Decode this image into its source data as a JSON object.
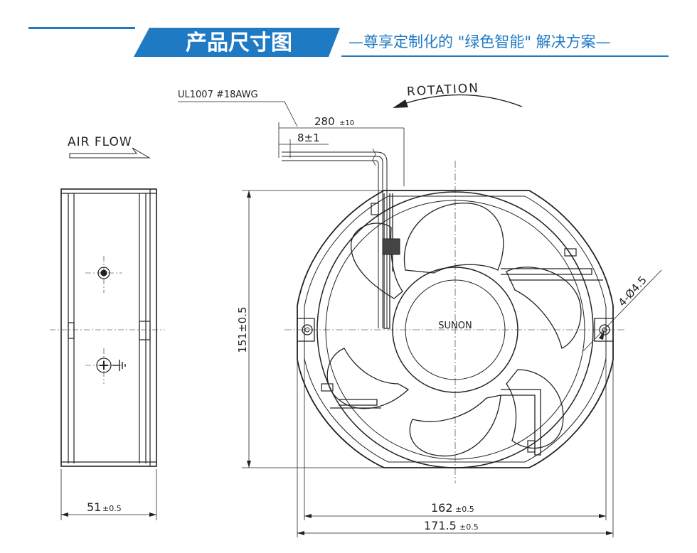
{
  "header": {
    "title": "产品尺寸图",
    "subtitle": "—尊享定制化的 \"绿色智能\" 解决方案—",
    "colors": {
      "accent": "#1f7ac4",
      "title_text": "#ffffff"
    }
  },
  "drawing": {
    "wire_spec": "UL1007  #18AWG",
    "rotation_label": "ROTATION",
    "airflow_label": "AIR  FLOW",
    "brand_label": "SUNON",
    "dims": {
      "lead_length": "280",
      "lead_length_tol": "±10",
      "strip_length": "8±1",
      "height": "151±0.5",
      "depth": "51",
      "depth_tol": "±0.5",
      "width_inner": "162",
      "width_inner_tol": "±0.5",
      "width_outer": "171.5",
      "width_outer_tol": "±0.5",
      "hole_spec": "4-Ø4.5"
    }
  }
}
